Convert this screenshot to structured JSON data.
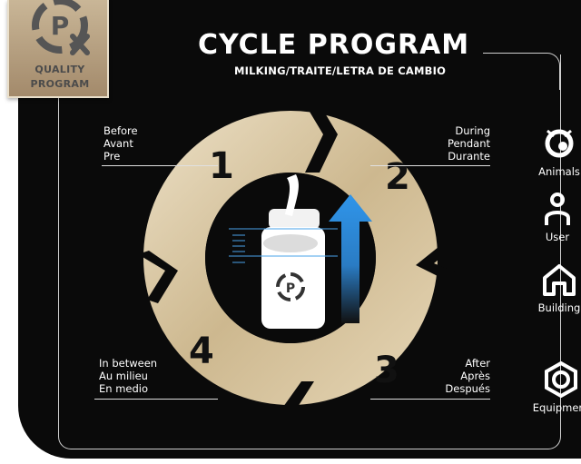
{
  "badge": {
    "logo_letter": "P",
    "line1": "QUALITY",
    "line2": "PROGRAM"
  },
  "header": {
    "title": "CYCLE PROGRAM",
    "subtitle": "MILKING/TRAITE/LETRA DE CAMBIO"
  },
  "stages": [
    {
      "number": "1",
      "lines": [
        "Before",
        "Avant",
        "Pre"
      ]
    },
    {
      "number": "2",
      "lines": [
        "During",
        "Pendant",
        "Durante"
      ]
    },
    {
      "number": "3",
      "lines": [
        "After",
        "Après",
        "Después"
      ]
    },
    {
      "number": "4",
      "lines": [
        "In between",
        "Au milieu",
        "En medio"
      ]
    }
  ],
  "center": {
    "bottle_logo_letter": "P"
  },
  "sidebar": {
    "items": [
      {
        "label": "Animals",
        "icon": "cow-icon"
      },
      {
        "label": "User",
        "icon": "user-icon"
      },
      {
        "label": "Building",
        "icon": "building-icon"
      },
      {
        "label": "Equipment",
        "icon": "nut-icon"
      }
    ]
  },
  "colors": {
    "background": "#0a0a0a",
    "ring": "#d8c6a4",
    "arrow": "#2f8fe0",
    "badge": "#b8a07f"
  }
}
